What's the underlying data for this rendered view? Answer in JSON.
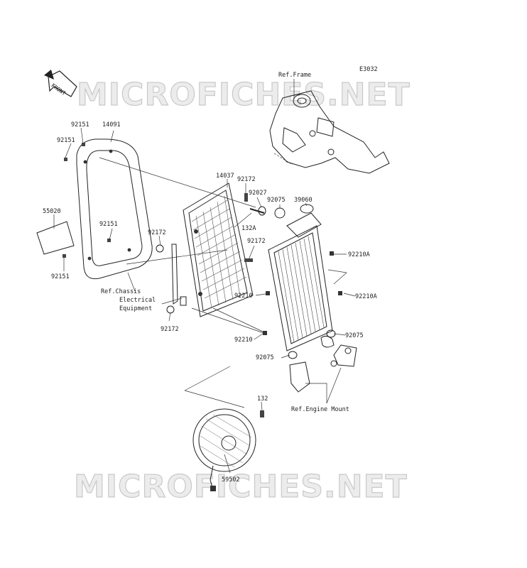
{
  "diagram_code": "E3032",
  "watermark": "MICROFICHES.NET",
  "front_arrow_text": "FRONT",
  "refs": {
    "frame": "Ref.Frame",
    "chassis": "Ref.Chassis",
    "electrical_1": "Electrical",
    "electrical_2": "Equipment",
    "engine_mount": "Ref.Engine Mount"
  },
  "part_numbers": {
    "p92151_a": "92151",
    "p14091": "14091",
    "p92151_b": "92151",
    "p55020": "55020",
    "p92151_c": "92151",
    "p92151_d": "92151",
    "p14037": "14037",
    "p92172_a": "92172",
    "p92027": "92027",
    "p92075_a": "92075",
    "p39060": "39060",
    "p132A": "132A",
    "p92172_b": "92172",
    "p92172_c": "92172",
    "p92210A_a": "92210A",
    "p92210_a": "92210",
    "p92210A_b": "92210A",
    "p92172_d": "92172",
    "p92210_b": "92210",
    "p92075_b": "92075",
    "p92075_c": "92075",
    "p132": "132",
    "p59502": "59502"
  }
}
